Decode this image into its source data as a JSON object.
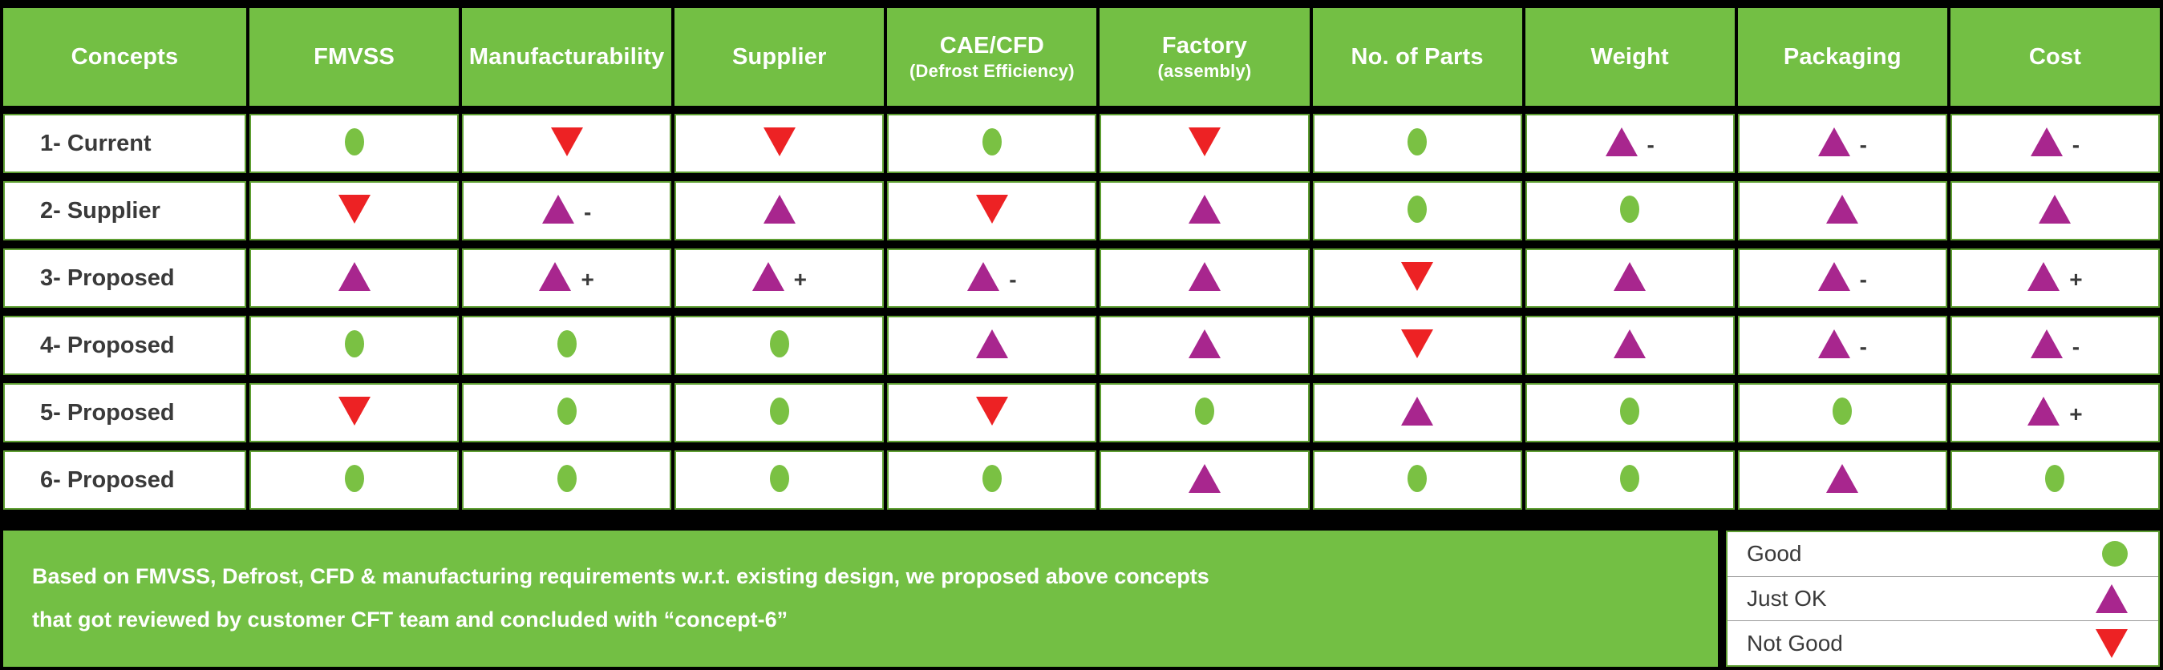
{
  "table": {
    "columns": [
      {
        "label": "Concepts",
        "sub": ""
      },
      {
        "label": "FMVSS",
        "sub": ""
      },
      {
        "label": "Manufacturability",
        "sub": ""
      },
      {
        "label": "Supplier",
        "sub": ""
      },
      {
        "label": "CAE/CFD",
        "sub": "(Defrost Efficiency)"
      },
      {
        "label": "Factory",
        "sub": "(assembly)"
      },
      {
        "label": "No. of Parts",
        "sub": ""
      },
      {
        "label": "Weight",
        "sub": ""
      },
      {
        "label": "Packaging",
        "sub": ""
      },
      {
        "label": "Cost",
        "sub": ""
      }
    ],
    "rows": [
      {
        "concept": "1- Current",
        "cells": [
          {
            "rating": "good",
            "modifier": ""
          },
          {
            "rating": "bad",
            "modifier": ""
          },
          {
            "rating": "bad",
            "modifier": ""
          },
          {
            "rating": "good",
            "modifier": ""
          },
          {
            "rating": "bad",
            "modifier": ""
          },
          {
            "rating": "good",
            "modifier": ""
          },
          {
            "rating": "ok",
            "modifier": "-"
          },
          {
            "rating": "ok",
            "modifier": "-"
          },
          {
            "rating": "ok",
            "modifier": "-"
          }
        ]
      },
      {
        "concept": "2- Supplier",
        "cells": [
          {
            "rating": "bad",
            "modifier": ""
          },
          {
            "rating": "ok",
            "modifier": "-"
          },
          {
            "rating": "ok",
            "modifier": ""
          },
          {
            "rating": "bad",
            "modifier": ""
          },
          {
            "rating": "ok",
            "modifier": ""
          },
          {
            "rating": "good",
            "modifier": ""
          },
          {
            "rating": "good",
            "modifier": ""
          },
          {
            "rating": "ok",
            "modifier": ""
          },
          {
            "rating": "ok",
            "modifier": ""
          }
        ]
      },
      {
        "concept": "3- Proposed",
        "cells": [
          {
            "rating": "ok",
            "modifier": ""
          },
          {
            "rating": "ok",
            "modifier": "+"
          },
          {
            "rating": "ok",
            "modifier": "+"
          },
          {
            "rating": "ok",
            "modifier": "-"
          },
          {
            "rating": "ok",
            "modifier": ""
          },
          {
            "rating": "bad",
            "modifier": ""
          },
          {
            "rating": "ok",
            "modifier": ""
          },
          {
            "rating": "ok",
            "modifier": "-"
          },
          {
            "rating": "ok",
            "modifier": "+"
          }
        ]
      },
      {
        "concept": "4- Proposed",
        "cells": [
          {
            "rating": "good",
            "modifier": ""
          },
          {
            "rating": "good",
            "modifier": ""
          },
          {
            "rating": "good",
            "modifier": ""
          },
          {
            "rating": "ok",
            "modifier": ""
          },
          {
            "rating": "ok",
            "modifier": ""
          },
          {
            "rating": "bad",
            "modifier": ""
          },
          {
            "rating": "ok",
            "modifier": ""
          },
          {
            "rating": "ok",
            "modifier": "-"
          },
          {
            "rating": "ok",
            "modifier": "-"
          }
        ]
      },
      {
        "concept": "5- Proposed",
        "cells": [
          {
            "rating": "bad",
            "modifier": ""
          },
          {
            "rating": "good",
            "modifier": ""
          },
          {
            "rating": "good",
            "modifier": ""
          },
          {
            "rating": "bad",
            "modifier": ""
          },
          {
            "rating": "good",
            "modifier": ""
          },
          {
            "rating": "ok",
            "modifier": ""
          },
          {
            "rating": "good",
            "modifier": ""
          },
          {
            "rating": "good",
            "modifier": ""
          },
          {
            "rating": "ok",
            "modifier": "+"
          }
        ]
      },
      {
        "concept": "6- Proposed",
        "cells": [
          {
            "rating": "good",
            "modifier": ""
          },
          {
            "rating": "good",
            "modifier": ""
          },
          {
            "rating": "good",
            "modifier": ""
          },
          {
            "rating": "good",
            "modifier": ""
          },
          {
            "rating": "ok",
            "modifier": ""
          },
          {
            "rating": "good",
            "modifier": ""
          },
          {
            "rating": "good",
            "modifier": ""
          },
          {
            "rating": "ok",
            "modifier": ""
          },
          {
            "rating": "good",
            "modifier": ""
          }
        ]
      }
    ]
  },
  "note": {
    "line1": "Based on FMVSS, Defrost, CFD & manufacturing requirements w.r.t. existing design, we proposed above concepts",
    "line2": "that got reviewed by customer CFT team and concluded with “concept-6”"
  },
  "legend": {
    "items": [
      {
        "label": "Good",
        "rating": "good",
        "icon": "green-circle-icon"
      },
      {
        "label": "Just OK",
        "rating": "ok",
        "icon": "purple-up-triangle-icon"
      },
      {
        "label": "Not Good",
        "rating": "bad",
        "icon": "red-down-triangle-icon"
      }
    ]
  },
  "colors": {
    "header_green": "#73bf44",
    "good_green": "#7ac143",
    "just_ok_purple": "#a8268e",
    "not_good_red": "#ed2224",
    "cell_border_green": "#5e9e32",
    "background": "#000000"
  }
}
